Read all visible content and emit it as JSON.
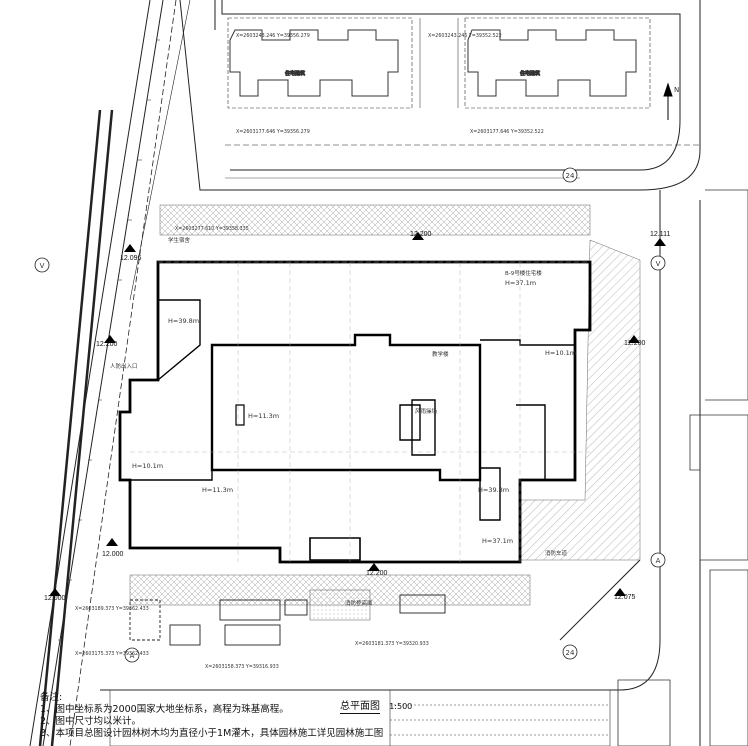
{
  "drawing": {
    "title": "总平面图",
    "scale": "1:500",
    "north_marker": "N",
    "elevations": [
      "12.200",
      "12.111",
      "12.096",
      "12.200",
      "12.000",
      "12.000",
      "12.200",
      "12.075",
      "12.200"
    ],
    "building_heights": [
      "H=37.1m",
      "H=10.1m",
      "H=11.3m",
      "H=39.8m",
      "H=11.3m",
      "H=10.1m",
      "H=39.8m",
      "H=37.1m"
    ],
    "residential_labels": [
      "住宅建筑",
      "住宅建筑"
    ],
    "coordinates": [
      "X=2603243.246 Y=39356.279",
      "X=2603243.246 Y=39352.522",
      "X=2603177.646 Y=39356.279",
      "X=2603177.646 Y=39352.522",
      "X=2603277.610 Y=39358.335",
      "X=2603189.373 Y=39362.433",
      "X=2603175.373 Y=39362.433",
      "X=2603181.373 Y=39320.933",
      "X=2603158.373 Y=39316.933"
    ],
    "grid_bubbles": [
      "V",
      "V",
      "A",
      "A",
      "24",
      "24"
    ],
    "annotations": [
      "B-9号楼住宅楼",
      "教学楼",
      "风雨操场",
      "消防车道",
      "学生宿舍",
      "人防出入口",
      "消防登高面"
    ]
  },
  "notes": {
    "heading": "备注:",
    "items": [
      "1、图中坐标系为2000国家大地坐标系，高程为珠基高程。",
      "2、图中尺寸均以米计。",
      "3、本项目总图设计园林树木均为直径小于1M灌木，具体园林施工详见园林施工图"
    ]
  }
}
